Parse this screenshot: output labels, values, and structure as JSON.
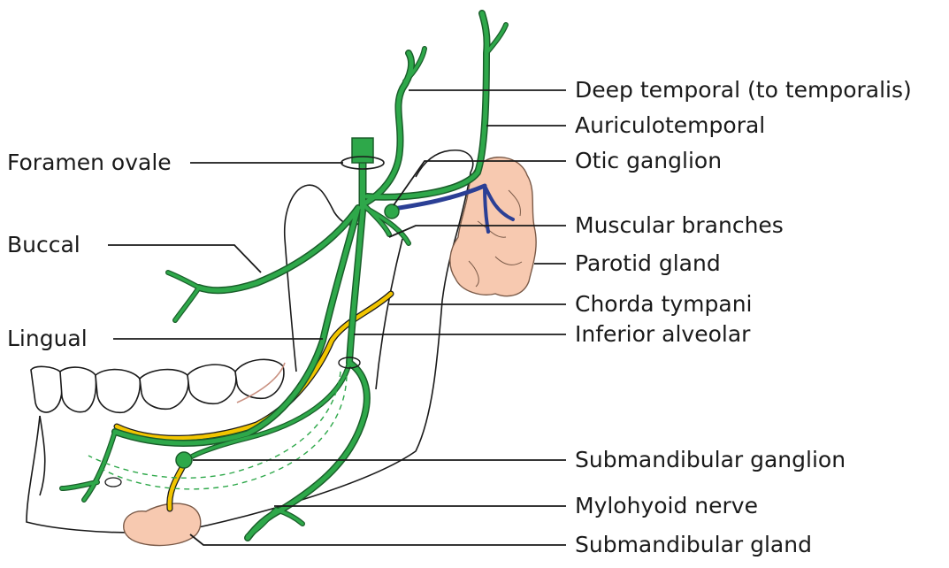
{
  "colors": {
    "nerve": "#2ea84a",
    "nerve_outline": "#1a5e2a",
    "chorda": "#f2c500",
    "otic_branch": "#2b3f95",
    "parotid": "#f7c9b0",
    "gland_outline": "#7a5a48",
    "outline": "#1a1a1a",
    "faint": "#c99080"
  },
  "labels": {
    "deep_temporal": "Deep temporal (to temporalis)",
    "auriculotemporal": "Auriculotemporal",
    "otic_ganglion": "Otic ganglion",
    "muscular_branches": "Muscular branches",
    "parotid_gland": "Parotid gland",
    "chorda_tympani": "Chorda tympani",
    "inferior_alveolar": "Inferior alveolar",
    "submandibular_ganglion": "Submandibular ganglion",
    "mylohyoid_nerve": "Mylohyoid nerve",
    "submandibular_gland": "Submandibular gland",
    "foramen_ovale": "Foramen ovale",
    "buccal": "Buccal",
    "lingual": "Lingual"
  }
}
